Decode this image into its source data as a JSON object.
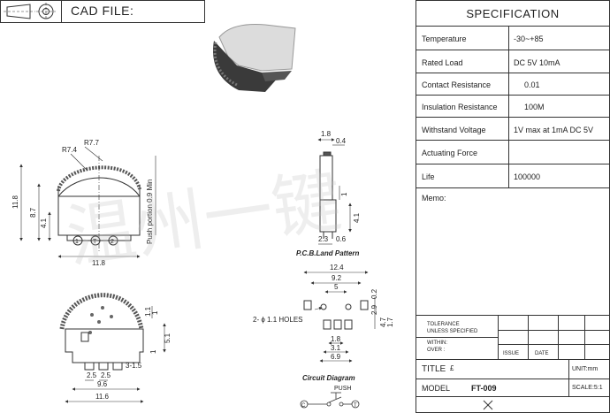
{
  "header": {
    "cad_label": "CAD FILE:"
  },
  "spec": {
    "title": "SPECIFICATION",
    "rows": [
      {
        "label": "Temperature",
        "value": "-30~+85"
      },
      {
        "label": "Rated Load",
        "value": "DC 5V 10mA"
      },
      {
        "label": "Contact Resistance",
        "value": "0.01"
      },
      {
        "label": "Insulation Resistance",
        "value": "100M"
      },
      {
        "label": "Withstand Voltage",
        "value": "1V max at 1mA DC 5V"
      },
      {
        "label": "Actuating Force",
        "value": ""
      },
      {
        "label": "Life",
        "value": "100000"
      }
    ],
    "memo_label": "Memo:",
    "tolerance_label": "TOLERANCE\nUNLESS SPECIFIED",
    "within_label": "WITHIN:",
    "over_label": "OVER  :",
    "issue_label": "ISSUE",
    "date_label": "DATE",
    "title_label": "TITLE",
    "title_value": "£",
    "unit_label": "UNIT:mm",
    "model_label": "MODEL",
    "model_value": "FT-009",
    "scale_label": "SCALE:5:1"
  },
  "drawing": {
    "front": {
      "r1": "R7.7",
      "r2": "R7.4",
      "h_total": "11.8",
      "h_mid": "8.7",
      "h_low": "4.1",
      "width": "11.8",
      "push_note": "Push portion 0.9 Min",
      "pin1": "1",
      "pinT": "T",
      "pin2": "2"
    },
    "side": {
      "w_top": "1.8",
      "w_top2": "0.4",
      "h_a": "1",
      "h_b": "4.1",
      "w_bot1": "2.3",
      "w_bot2": "0.6"
    },
    "pcb": {
      "title": "P.C.B.Land Pattern",
      "w1": "12.4",
      "w2": "9.2",
      "w3": "5",
      "holes": "2- ϕ 1.1 HOLES",
      "h1": "2.9",
      "h2": "0.2",
      "h3": "4.7",
      "h4": "1.7",
      "w4": "1.8",
      "w5": "3.1",
      "w6": "6.9"
    },
    "bottom": {
      "h1": "1",
      "h2": "1.1",
      "h3": "5.1",
      "h4": "1",
      "w1": "3-1.5",
      "w2": "2.5",
      "w3": "2.5",
      "w4": "9.6",
      "w5": "11.6"
    },
    "circuit": {
      "title": "Circuit Diagram",
      "push": "PUSH",
      "c": "C",
      "t": "T"
    },
    "watermark": "温州一键"
  }
}
